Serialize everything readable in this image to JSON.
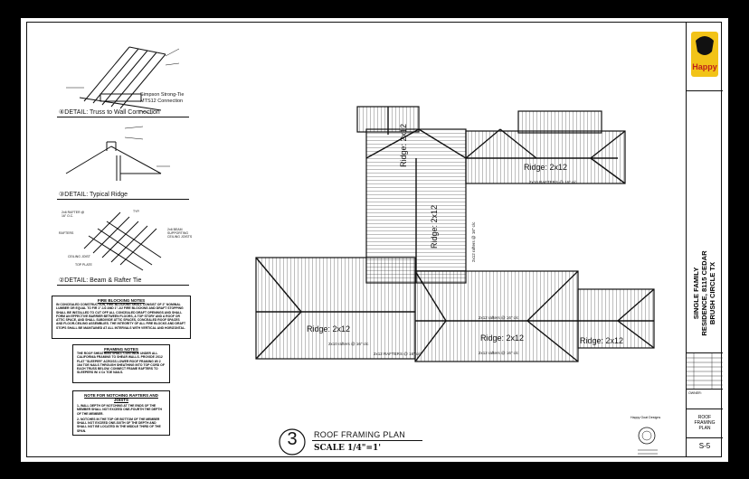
{
  "details": {
    "d4_callout": "Simpson Strong-Tie MTS12 Connection",
    "d4_title": "④DETAIL: Truss to Wall Connection",
    "d3_title": "③DETAIL: Typical Ridge",
    "d2_title": "②DETAIL: Beam & Rafter Tie",
    "d2_labels": [
      "2x6 RAFTER @ 16\" O.C.",
      "RAFTERS",
      "TYP.",
      "2x6 BEAM SUPPORTING CEILING JOISTS",
      "CEILING JOIST",
      "TOP PLATE"
    ]
  },
  "notes": {
    "fire_blocking_head": "FIRE BLOCKING NOTES",
    "fire_blocking_body": "IN CONCEALED CONSTRUCTION, FIRE BLOCKING SHALL CONSIST OF 2\" NOMINAL LUMBER OR EQUAL TO FIR 1\"-1/2 AND 1\"-1/2 FIRE BLOCKING AND DRAFT STOPPING SHALL BE INSTALLED TO CUT OFF ALL CONCEALED DRAFT OPENINGS AND SHALL FORM AN EFFECTIVE BARRIER BETWEEN FLOORS, A TOP STORY AND A ROOF OR ATTIC SPACE, AND SHALL SUBDIVIDE ATTIC SPACES, CONCEALED ROOF SPACES AND FLOOR-CEILING ASSEMBLIES. THE INTEGRITY OF ALL FIRE BLOCKS AND DRAFT STOPS SHALL BE MAINTAINED AT ALL INTERVALS WITH VERTICAL AND HORIZONTAL.",
    "framing_head": "FRAMING NOTES",
    "framing_body": "THE ROOF SHEATHING SHALL CONTINUE UNDER ALL CALIFORNIA FRAMING TO SHEAR WALLS. PROVIDE 2X12 FLAT \"SLEEPER\" ACROSS LOWER ROOF FRAMING W/ 2 16d TOE NAILS THROUGH SHEATHING INTO TOP CORD OF EACH TRUSS BELOW. CONNECT FRAME RAFTERS TO SLEEPERS W/ 4 Cx TOE NAILS.",
    "notching_head": "NOTE FOR NOTCHING RAFTERS AND JOISTS",
    "notching_body_1": "1- WALL DEPTH OF NOTCHING AT THE ENDS OF THE MEMBER SHALL NOT EXCEED ONE-FOURTH THE DEPTH OF THE MEMBER.",
    "notching_body_2": "2- NOTCHES IN THE TOP OR BOTTOM OF THE MEMBER SHALL NOT EXCEED ONE-SIXTH OF THE DEPTH AND SHALL NOT BE LOCATED IN THE MIDDLE THIRD OF THE SPAN."
  },
  "plan": {
    "ridges": [
      "Ridge: 2x12",
      "Ridge: 2x12",
      "Ridge: 2x12",
      "Ridge: 2x12",
      "Ridge: 2x12",
      "Ridge: 2x12"
    ],
    "rafter_notes": [
      "2x10 RAFTERS @ 16\" c/c",
      "2x12 rafters @ 16\" c/c",
      "2x10 rafters @ 16\" c/c",
      "2x12 rafters @ 16\" c/c",
      "2x12 rafters @ 16\" c/c",
      "2x12 RAFTERS @ 16\" c/c"
    ],
    "title_number": "3",
    "title": "ROOF FRAMING PLAN",
    "scale": "SCALE 1/4\"=1'"
  },
  "title_block": {
    "logo_text": "Happy",
    "project": "SINGLE FAMILY RESIDENCE, 8115 CEDAR BRUSH CIRCLE TX",
    "owner_label": "OWNER:",
    "sheet_title": "ROOF FRAMING PLAN",
    "sheet_number": "S-5",
    "stamp_text": "Happy Goat Designs"
  }
}
